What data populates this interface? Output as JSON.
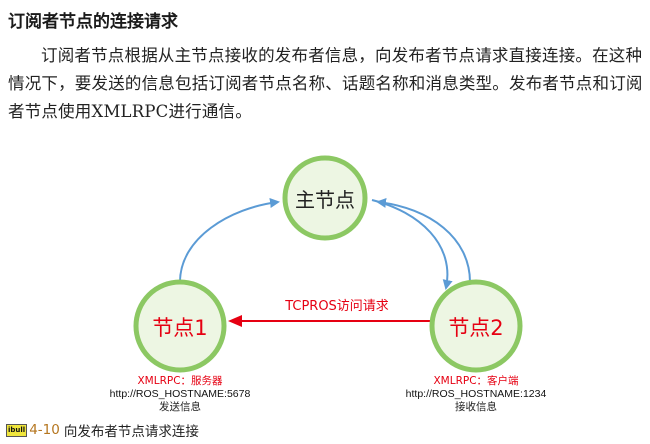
{
  "section_title": "订阅者节点的连接请求",
  "paragraph": "订阅者节点根据从主节点接收的发布者信息，向发布者节点请求直接连接。在这种情况下，要发送的信息包括订阅者节点名称、话题名称和消息类型。发布者节点和订阅者节点使用XMLRPC进行通信。",
  "diagram": {
    "master_label": "主节点",
    "node1_label": "节点1",
    "node2_label": "节点2",
    "request_label": "TCPROS访问请求",
    "node1_info": {
      "xmlrpc": "XMLRPC：服务器",
      "host": "http://ROS_HOSTNAME:5678",
      "action": "发送信息"
    },
    "node2_info": {
      "xmlrpc": "XMLRPC：客户端",
      "host": "http://ROS_HOSTNAME:1234",
      "action": "接收信息"
    },
    "colors": {
      "node_stroke": "#8cc863",
      "node_fill": "#edf6e3",
      "arrow_blue": "#5b9bd5",
      "arrow_red": "#e60012",
      "red_text": "#e60012"
    }
  },
  "caption": {
    "tag": "ibull",
    "number": "4-10",
    "text": "向发布者节点请求连接"
  }
}
